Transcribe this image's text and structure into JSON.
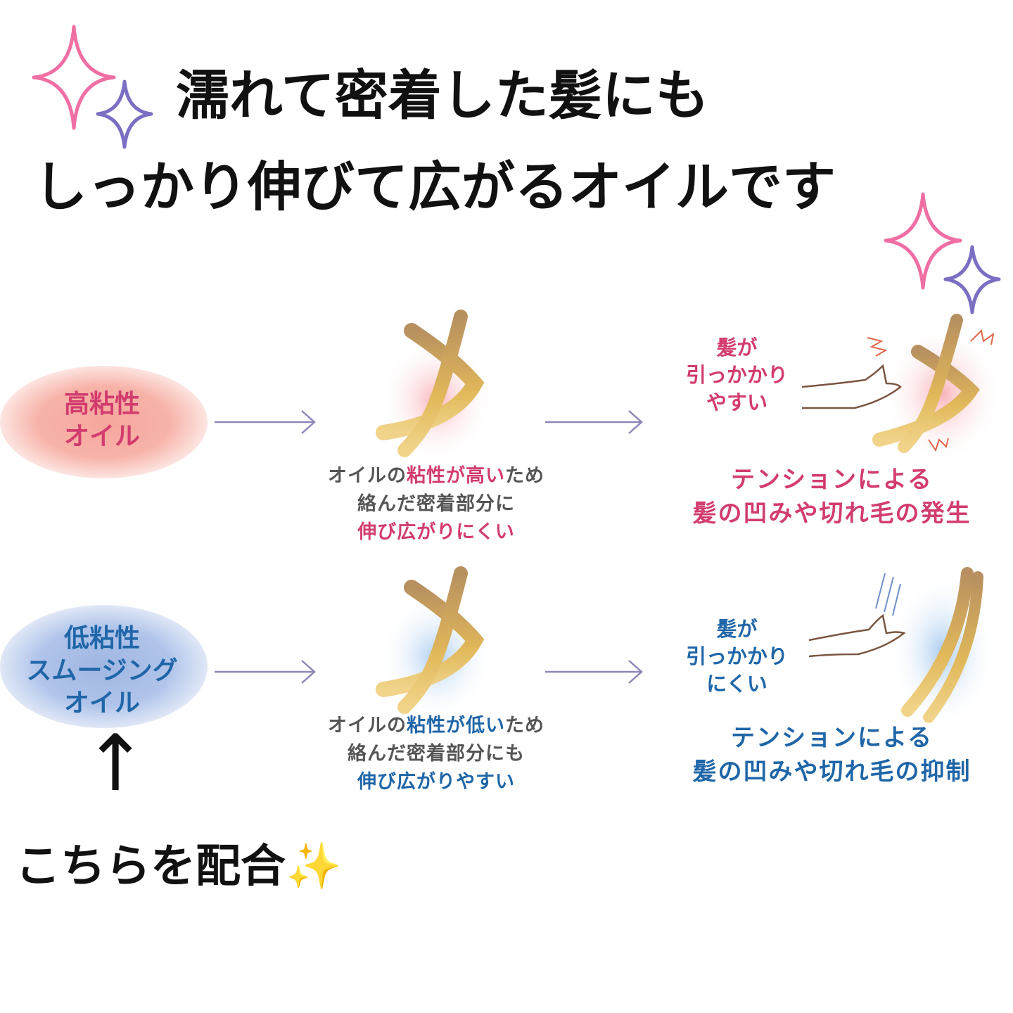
{
  "heading": {
    "line1": "濡れて密着した髪にも",
    "line2": "しっかり伸びて広がるオイルです"
  },
  "high": {
    "label_line1": "高粘性",
    "label_line2": "オイル",
    "caption_a": "オイルの",
    "caption_b": "粘性",
    "caption_c": "が",
    "caption_d": "高い",
    "caption_e": "ため",
    "caption_line2": "絡んだ密着部分に",
    "caption_line3": "伸び広がりにくい",
    "hand_line1": "髪が",
    "hand_line2": "引っかかり",
    "hand_line3": "やすい",
    "result_line1": "テンションによる",
    "result_line2": "髪の凹みや切れ毛の発生"
  },
  "low": {
    "label_line1": "低粘性",
    "label_line2": "スムージング",
    "label_line3": "オイル",
    "caption_a": "オイルの",
    "caption_b": "粘性",
    "caption_c": "が",
    "caption_d": "低い",
    "caption_e": "ため",
    "caption_line2": "絡んだ密着部分にも",
    "caption_line3": "伸び広がりやすい",
    "hand_line1": "髪が",
    "hand_line2": "引っかかり",
    "hand_line3": "にくい",
    "result_line1": "テンションによる",
    "result_line2": "髪の凹みや切れ毛の抑制"
  },
  "footer": {
    "arrow": "↑",
    "text": "こちらを配合",
    "emoji": "✨"
  },
  "colors": {
    "pink": "#d23c6e",
    "blue": "#1f66a8",
    "arrow": "#8d86b8",
    "hair": "#c79a45"
  }
}
